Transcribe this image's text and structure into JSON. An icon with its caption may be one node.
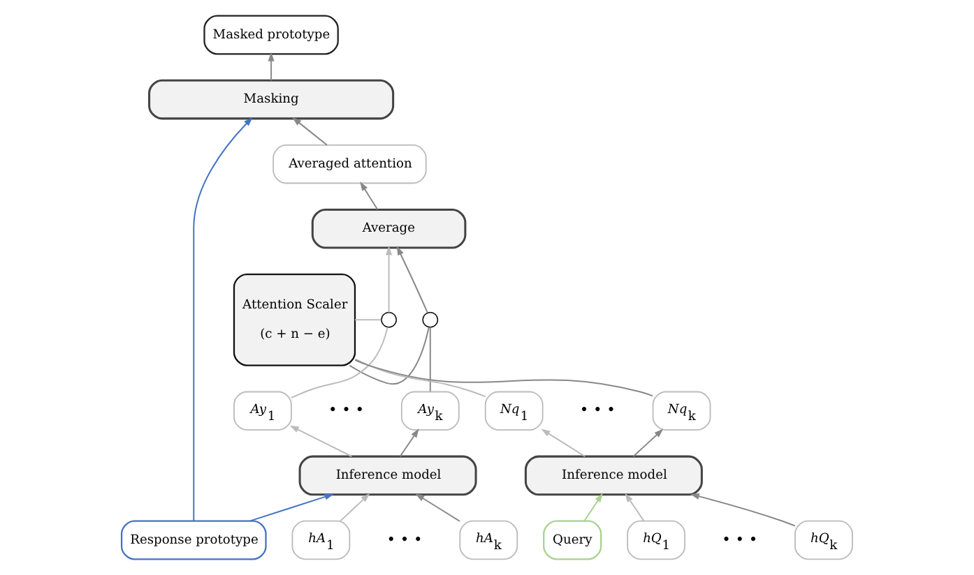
{
  "diagram": {
    "nodes": [
      {
        "text": [
          "Masked prototype"
        ]
      },
      {
        "text": [
          "Masking"
        ]
      },
      {
        "text": [
          "Averaged attention"
        ]
      },
      {
        "text": [
          "Average"
        ]
      },
      {
        "text": [
          "Attention Scaler",
          "(c + n − e)"
        ]
      },
      {
        "text": [],
        "shape": "circle"
      },
      {
        "text": [],
        "shape": "circle"
      },
      {
        "text": [
          "*Ay*$_{1}$"
        ]
      },
      {
        "text": [
          "*Ay*$_{k}$"
        ]
      },
      {
        "text": [
          "*Nq*$_{1}$"
        ]
      },
      {
        "text": [
          "*Nq*$_{k}$"
        ]
      },
      {
        "text": [
          "Inference model"
        ]
      },
      {
        "text": [
          "Inference model"
        ]
      },
      {
        "text": [
          "Response prototype"
        ]
      },
      {
        "text": [
          "*hA*$_{1}$"
        ]
      },
      {
        "text": [
          "*hA*$_{k}$"
        ]
      },
      {
        "text": [
          "Query"
        ]
      },
      {
        "text": [
          "*hQ*$_{1}$"
        ]
      },
      {
        "text": [
          "*hQ*$_{k}$"
        ]
      }
    ],
    "edges": [
      {
        "from": 1,
        "to": 0,
        "arrow": "to"
      },
      {
        "from": 2,
        "to": 1,
        "arrow": "to"
      },
      {
        "from": 3,
        "to": 2,
        "arrow": "to"
      },
      {
        "from": 5,
        "to": 3,
        "arrow": "to",
        "color": "#bbbbbb"
      },
      {
        "from": 6,
        "to": 3,
        "arrow": "to"
      },
      {
        "from": 7,
        "to": 5,
        "arrow": "none",
        "color": "#bbbbbb"
      },
      {
        "from": 8,
        "to": 6,
        "arrow": "none"
      },
      {
        "from": 9,
        "to": 4,
        "arrow": "none",
        "color": "#bbbbbb"
      },
      {
        "from": 4,
        "to": 5,
        "arrow": "none",
        "color": "#bbbbbb"
      },
      {
        "from": 10,
        "to": 4,
        "arrow": "none"
      },
      {
        "from": 4,
        "to": 6,
        "arrow": "none"
      },
      {
        "from": 11,
        "to": 7,
        "arrow": "to",
        "color": "#bbbbbb"
      },
      {
        "from": 11,
        "to": 8,
        "arrow": "to"
      },
      {
        "from": 12,
        "to": 9,
        "arrow": "to",
        "color": "#bbbbbb"
      },
      {
        "from": 12,
        "to": 10,
        "arrow": "to"
      },
      {
        "from": 14,
        "to": 11,
        "arrow": "to",
        "color": "#bbbbbb"
      },
      {
        "from": 15,
        "to": 11,
        "arrow": "to"
      },
      {
        "from": 17,
        "to": 12,
        "arrow": "to",
        "color": "#bbbbbb"
      },
      {
        "from": 18,
        "to": 12,
        "arrow": "to"
      },
      {
        "from": 13,
        "to": 11,
        "arrow": "to",
        "color": "#4472c4"
      },
      {
        "from": 13,
        "to": 1,
        "arrow": "to",
        "color": "#4472c4"
      },
      {
        "from": 16,
        "to": 12,
        "arrow": "to",
        "color": "#a9d18e"
      }
    ],
    "labels": [
      "• • •",
      "• • •",
      "• • •",
      "• • •"
    ]
  }
}
